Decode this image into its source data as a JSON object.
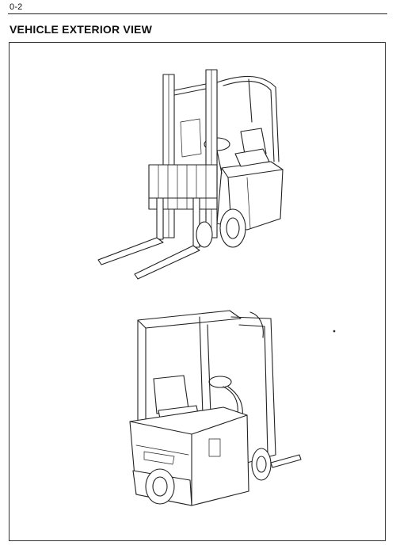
{
  "header": {
    "page_number": "0-2",
    "title": "VEHICLE EXTERIOR VIEW"
  },
  "figure": {
    "illustrations": [
      "forklift-front-view",
      "forklift-rear-view"
    ]
  }
}
